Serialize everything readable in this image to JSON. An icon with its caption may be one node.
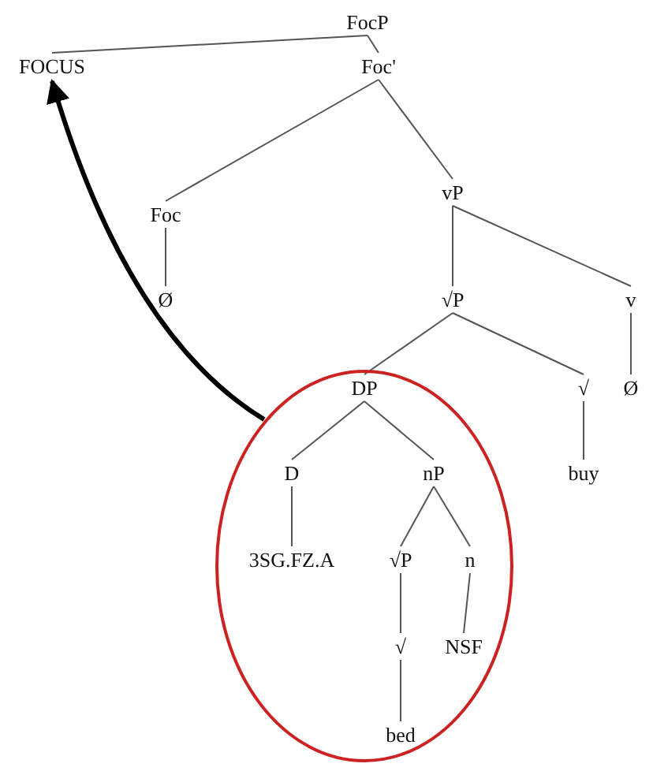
{
  "diagram": {
    "nodes": [
      {
        "text": [
          "FocP"
        ]
      },
      {
        "text": [
          "FOCUS"
        ]
      },
      {
        "text": [
          "Foc'"
        ]
      },
      {
        "text": [
          "Foc"
        ]
      },
      {
        "text": [
          "vP"
        ]
      },
      {
        "text": [
          "Ø"
        ]
      },
      {
        "text": [
          "√P"
        ]
      },
      {
        "text": [
          "v"
        ]
      },
      {
        "text": [],
        "shape": "circle"
      },
      {
        "text": [
          "DP"
        ],
        "in": 8
      },
      {
        "text": [
          "√"
        ]
      },
      {
        "text": [
          "Ø"
        ]
      },
      {
        "text": [
          "D"
        ],
        "in": 8
      },
      {
        "text": [
          "nP"
        ],
        "in": 8
      },
      {
        "text": [
          "buy"
        ]
      },
      {
        "text": [
          "3SG.FZ.A"
        ],
        "in": 8
      },
      {
        "text": [
          "√P"
        ],
        "in": 8
      },
      {
        "text": [
          "n"
        ],
        "in": 8
      },
      {
        "text": [
          "√"
        ],
        "in": 8
      },
      {
        "text": [
          "NSF"
        ],
        "in": 8
      },
      {
        "text": [
          "bed"
        ],
        "in": 8
      }
    ],
    "edges": [
      {
        "from": 0,
        "to": 1,
        "arrow": "none"
      },
      {
        "from": 0,
        "to": 2,
        "arrow": "none"
      },
      {
        "from": 2,
        "to": 3,
        "arrow": "none"
      },
      {
        "from": 2,
        "to": 4,
        "arrow": "none"
      },
      {
        "from": 3,
        "to": 5,
        "arrow": "none"
      },
      {
        "from": 4,
        "to": 6,
        "arrow": "none"
      },
      {
        "from": 4,
        "to": 7,
        "arrow": "none"
      },
      {
        "from": 6,
        "to": 9,
        "arrow": "none"
      },
      {
        "from": 6,
        "to": 10,
        "arrow": "none"
      },
      {
        "from": 7,
        "to": 11,
        "arrow": "none"
      },
      {
        "from": 9,
        "to": 12,
        "arrow": "none"
      },
      {
        "from": 9,
        "to": 13,
        "arrow": "none"
      },
      {
        "from": 10,
        "to": 14,
        "arrow": "none"
      },
      {
        "from": 12,
        "to": 15,
        "arrow": "none"
      },
      {
        "from": 13,
        "to": 16,
        "arrow": "none"
      },
      {
        "from": 13,
        "to": 17,
        "arrow": "none"
      },
      {
        "from": 16,
        "to": 18,
        "arrow": "none"
      },
      {
        "from": 17,
        "to": 19,
        "arrow": "none"
      },
      {
        "from": 18,
        "to": 20,
        "arrow": "none"
      },
      {
        "from": 8,
        "to": 1,
        "arrow": "to",
        "style": "thick",
        "color": "#000000"
      }
    ]
  }
}
